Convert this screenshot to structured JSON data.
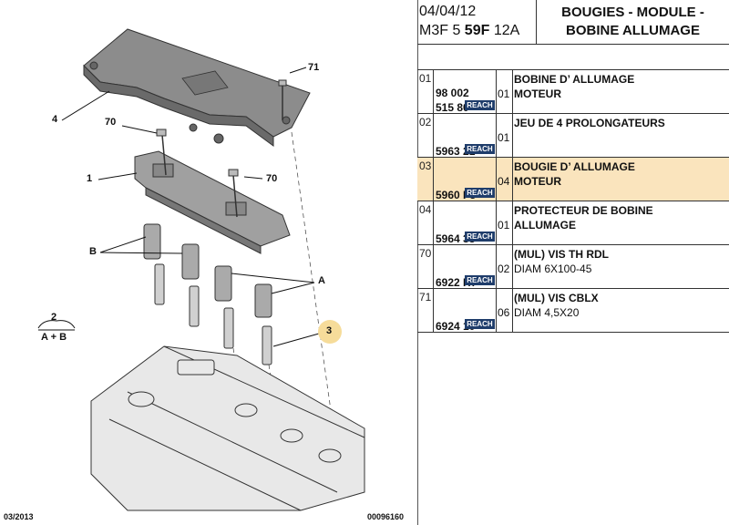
{
  "header": {
    "date": "04/04/12",
    "code_prefix": "M3F 5 ",
    "code_bold": "59F",
    "code_suffix": " 12A",
    "title_line1": "BOUGIES - MODULE -",
    "title_line2": "BOBINE ALLUMAGE"
  },
  "diagram": {
    "callouts": {
      "c71": "71",
      "c4": "4",
      "c70a": "70",
      "c1": "1",
      "c70b": "70",
      "cB": "B",
      "cA": "A",
      "c2": "2",
      "cAB": "A + B",
      "c3": "3"
    },
    "footer_left": "03/2013",
    "footer_right": "00096160",
    "colors": {
      "highlight_callout": "#f6dc9a",
      "engine_cover": "#8a8a8a"
    }
  },
  "parts": [
    {
      "index": "01",
      "ref_line1": "98 002",
      "ref_line2": "515 80",
      "badge": "REACH",
      "qty": "01",
      "desc_line1": "BOBINE D’  ALLUMAGE",
      "desc_line2": "MOTEUR",
      "desc2_bold": true,
      "highlight": false
    },
    {
      "index": "02",
      "ref_line1": "",
      "ref_line2": "5963 21",
      "badge": "REACH",
      "qty": "01",
      "desc_line1": "JEU DE 4 PROLONGATEURS",
      "desc_line2": "",
      "desc2_bold": false,
      "highlight": false
    },
    {
      "index": "03",
      "ref_line1": "",
      "ref_line2": "5960 F3",
      "badge": "REACH",
      "qty": "04",
      "desc_line1": "BOUGIE D’  ALLUMAGE",
      "desc_line2": "MOTEUR",
      "desc2_bold": true,
      "highlight": true
    },
    {
      "index": "04",
      "ref_line1": "",
      "ref_line2": "5964 35",
      "badge": "REACH",
      "qty": "01",
      "desc_line1": "PROTECTEUR DE BOBINE",
      "desc_line2": "ALLUMAGE",
      "desc2_bold": true,
      "highlight": false
    },
    {
      "index": "70",
      "ref_line1": "",
      "ref_line2": "6922 H7",
      "badge": "REACH",
      "qty": "02",
      "desc_line1": "(MUL) VIS TH RDL",
      "desc_line2": "DIAM 6X100-45",
      "desc2_bold": false,
      "highlight": false
    },
    {
      "index": "71",
      "ref_line1": "",
      "ref_line2": "6924 10",
      "badge": "REACH",
      "qty": "06",
      "desc_line1": "(MUL) VIS CBLX",
      "desc_line2": "DIAM 4,5X20",
      "desc2_bold": false,
      "highlight": false
    }
  ]
}
